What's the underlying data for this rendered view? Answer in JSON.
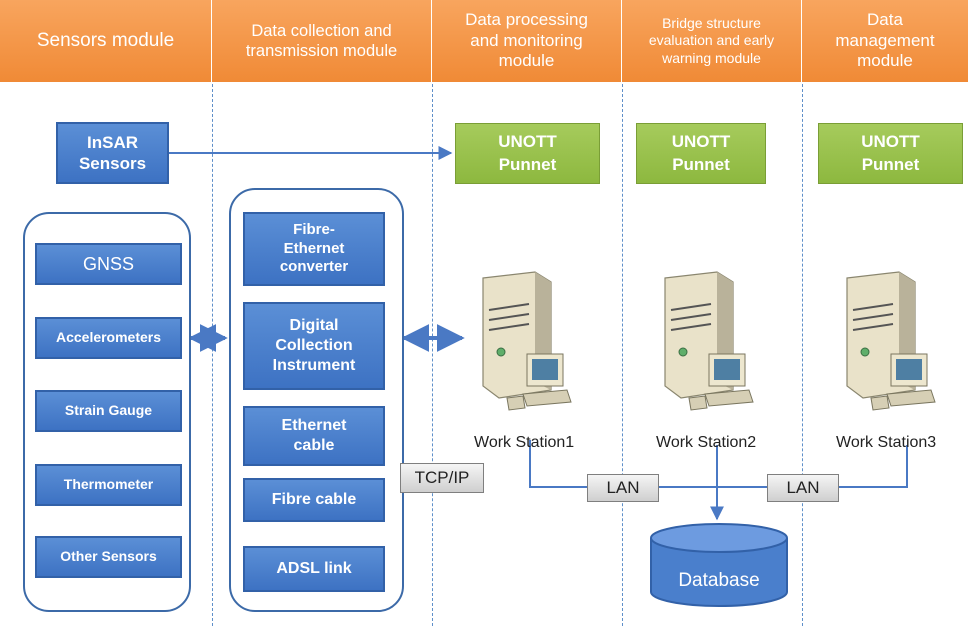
{
  "headers": [
    "Sensors module",
    "Data collection and\ntransmission module",
    "Data processing\nand monitoring\nmodule",
    "Bridge structure\nevaluation and early\nwarning module",
    "Data\nmanagement\nmodule"
  ],
  "insar_label": "InSAR\nSensors",
  "unott_label": "UNOTT\nPunnet",
  "sensors": [
    "GNSS",
    "Accelerometers",
    "Strain Gauge",
    "Thermometer",
    "Other Sensors"
  ],
  "transmission": [
    "Fibre-\nEthernet\nconverter",
    "Digital\nCollection\nInstrument",
    "Ethernet\ncable",
    "Fibre cable",
    "ADSL link"
  ],
  "workstations": [
    "Work Station1",
    "Work Station2",
    "Work Station3"
  ],
  "tcpip_label": "TCP/IP",
  "lan_label": "LAN",
  "database_label": "Database",
  "colors": {
    "header_orange": "#f39a4b",
    "box_blue": "#4a7fcc",
    "box_green": "#9bc24f",
    "connector_blue": "#4a79c4",
    "divider_blue": "#5e8fc9"
  }
}
